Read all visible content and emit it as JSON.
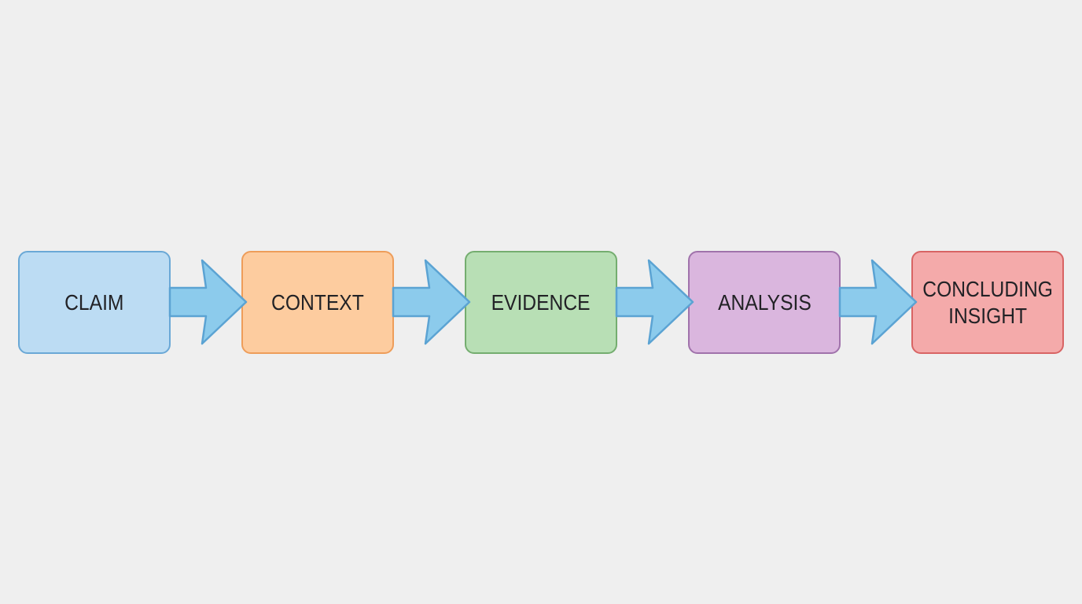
{
  "diagram": {
    "type": "flowchart",
    "direction": "left-to-right",
    "steps": [
      {
        "label": "CLAIM",
        "fill": "#bcdcf3",
        "border": "#6aa8d6"
      },
      {
        "label": "CONTEXT",
        "fill": "#fdcc9f",
        "border": "#ee9d5a"
      },
      {
        "label": "EVIDENCE",
        "fill": "#b8dfb5",
        "border": "#74ad6f"
      },
      {
        "label": "ANALYSIS",
        "fill": "#dab6de",
        "border": "#a072ab"
      },
      {
        "label": "CONCLUDING\nINSIGHT",
        "fill": "#f4aaaa",
        "border": "#d86464"
      }
    ],
    "connectors": [
      {
        "from": "CLAIM",
        "to": "CONTEXT"
      },
      {
        "from": "CONTEXT",
        "to": "EVIDENCE"
      },
      {
        "from": "EVIDENCE",
        "to": "ANALYSIS"
      },
      {
        "from": "ANALYSIS",
        "to": "CONCLUDING INSIGHT"
      }
    ],
    "arrow_color": {
      "fill": "#8ccbec",
      "border": "#5ba3d3"
    },
    "background": "#efefef"
  }
}
